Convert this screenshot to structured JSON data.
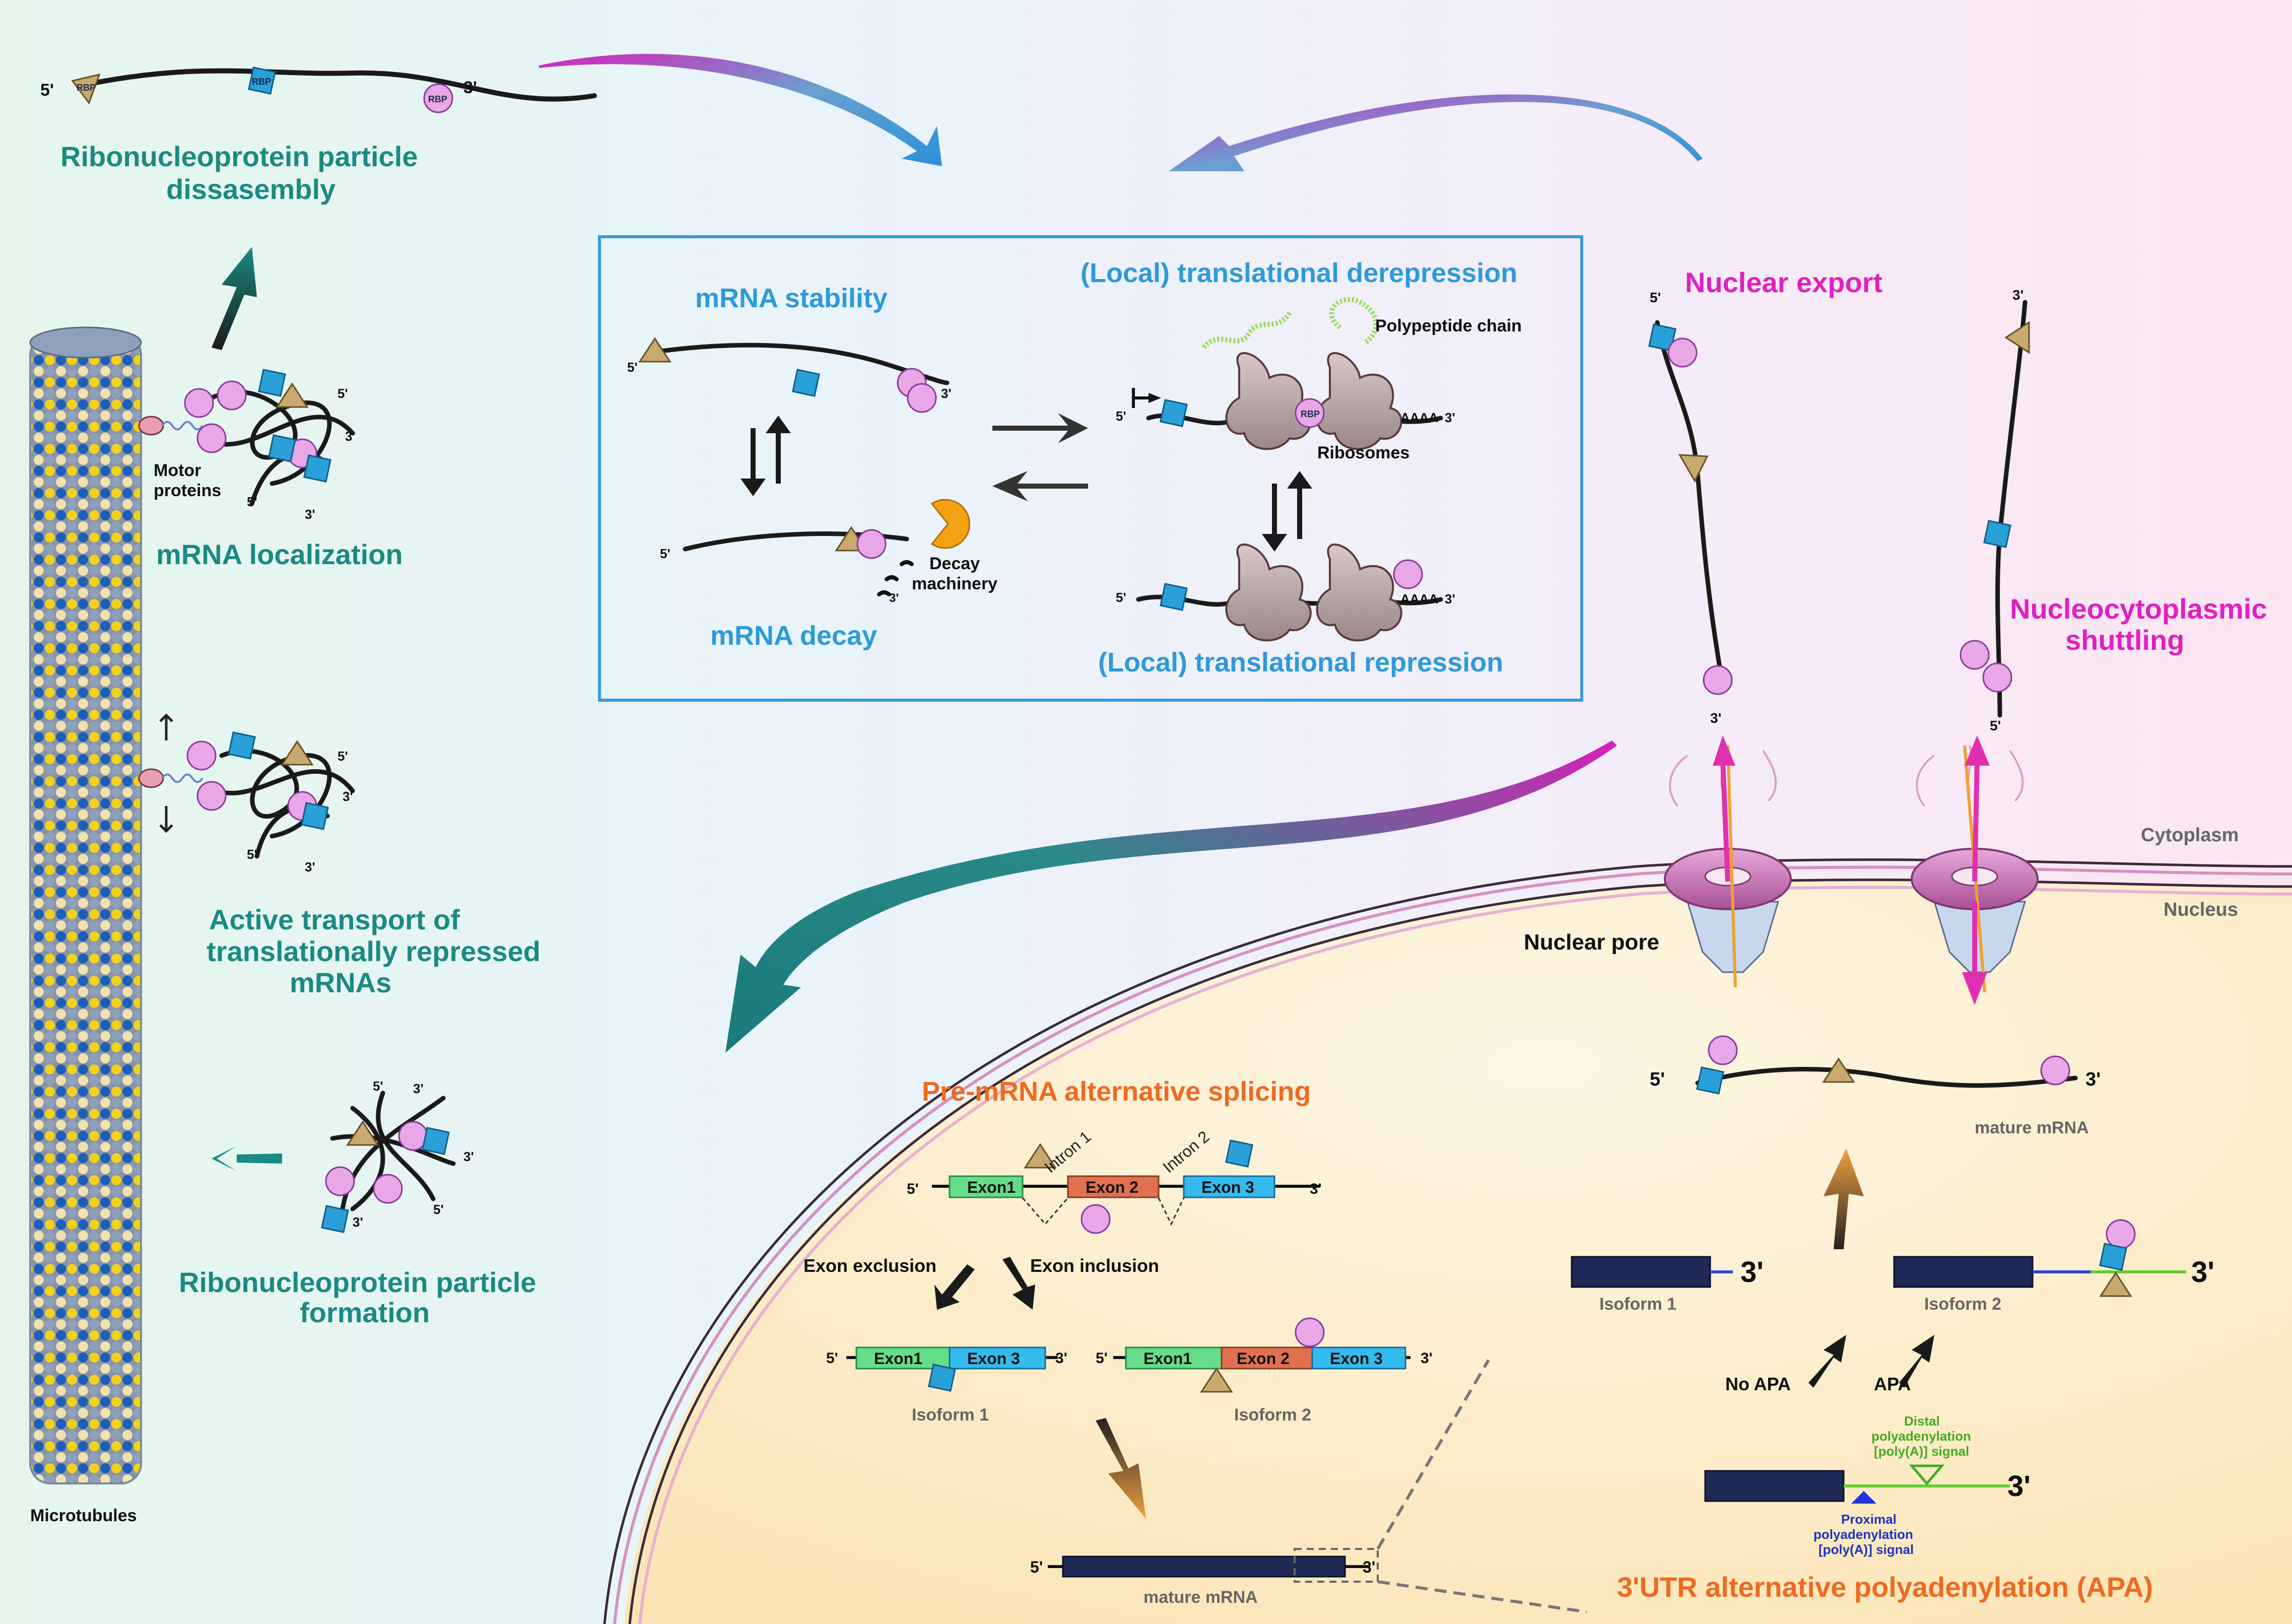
{
  "labels": {
    "rnp_disassembly_l1": "Ribonucleoprotein particle",
    "rnp_disassembly_l2": "dissasembly",
    "mrna_localization": "mRNA localization",
    "motor_proteins_l1": "Motor",
    "motor_proteins_l2": "proteins",
    "active_transport_l1": "Active transport of",
    "active_transport_l2": "translationally repressed",
    "active_transport_l3": "mRNAs",
    "rnp_formation_l1": "Ribonucleoprotein particle",
    "rnp_formation_l2": "formation",
    "microtubules": "Microtubules",
    "mrna_stability": "mRNA stability",
    "mrna_decay": "mRNA decay",
    "decay_machinery_l1": "Decay",
    "decay_machinery_l2": "machinery",
    "local_derepression": "(Local) translational derepression",
    "local_repression": "(Local) translational repression",
    "polypeptide_chain": "Polypeptide chain",
    "ribosomes": "Ribosomes",
    "nuclear_export": "Nuclear export",
    "shuttling_l1": "Nucleocytoplasmic",
    "shuttling_l2": "shuttling",
    "cytoplasm": "Cytoplasm",
    "nucleus": "Nucleus",
    "nuclear_pore": "Nuclear pore",
    "splicing_title": "Pre-mRNA alternative splicing",
    "exon1": "Exon1",
    "exon2": "Exon 2",
    "exon3": "Exon 3",
    "intron1": "Intron 1",
    "intron2": "Intron 2",
    "exon_exclusion": "Exon exclusion",
    "exon_inclusion": "Exon inclusion",
    "isoform1": "Isoform 1",
    "isoform2": "Isoform 2",
    "mature_mrna": "mature mRNA",
    "no_apa": "No APA",
    "apa": "APA",
    "distal_l1": "Distal",
    "distal_l2": "polyadenylation",
    "distal_l3": "[poly(A)] signal",
    "proximal_l1": "Proximal",
    "proximal_l2": "polyadenylation",
    "proximal_l3": "[poly(A)] signal",
    "apa_title": "3'UTR alternative polyadenylation (APA)",
    "five_prime": "5'",
    "three_prime": "3'",
    "rbp": "RBP",
    "aaaa": "AAAA"
  },
  "colors": {
    "teal": "#1a8a82",
    "blue_title": "#2e9ad8",
    "magenta": "#e020c0",
    "orange": "#ee6a22",
    "rbp_square": "#2aa0d8",
    "rbp_circle": "#e8a8e8",
    "rbp_triangle": "#c8aa70",
    "exon1": "#66dd88",
    "exon2": "#e07050",
    "exon3": "#33bbee",
    "isoform_bar": "#1e2a55",
    "microtubule_yellow": "#f2d21a",
    "microtubule_blue": "#1c5fb8"
  }
}
